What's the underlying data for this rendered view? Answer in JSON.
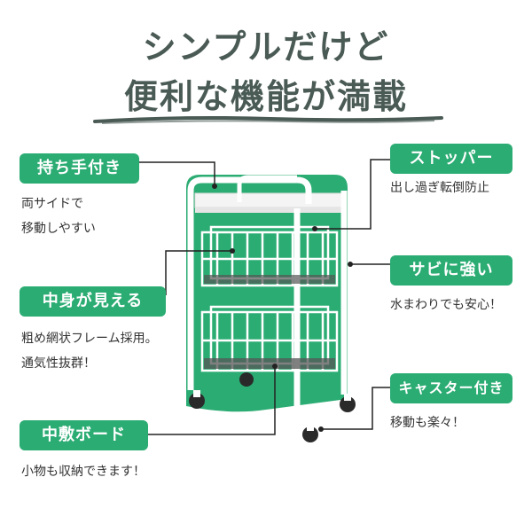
{
  "headline": {
    "line1": "シンプルだけど",
    "line2": "便利な機能が満載"
  },
  "features": {
    "handle": {
      "label": "持ち手付き",
      "desc1": "両サイドで",
      "desc2": "移動しやすい"
    },
    "visible": {
      "label": "中身が見える",
      "desc1": "粗め網状フレーム採用。",
      "desc2": "通気性抜群！"
    },
    "board": {
      "label": "中敷ボード",
      "desc1": "小物も収納できます！"
    },
    "stopper": {
      "label": "ストッパー",
      "desc1": "出し過ぎ転倒防止"
    },
    "rust": {
      "label": "サビに強い",
      "desc1": "水まわりでも安心！"
    },
    "caster": {
      "label": "キャスター付き",
      "desc1": "移動も楽々！"
    }
  },
  "colors": {
    "accent": "#2bac73",
    "headline": "#4a5a55",
    "frame": "#ffffff"
  }
}
